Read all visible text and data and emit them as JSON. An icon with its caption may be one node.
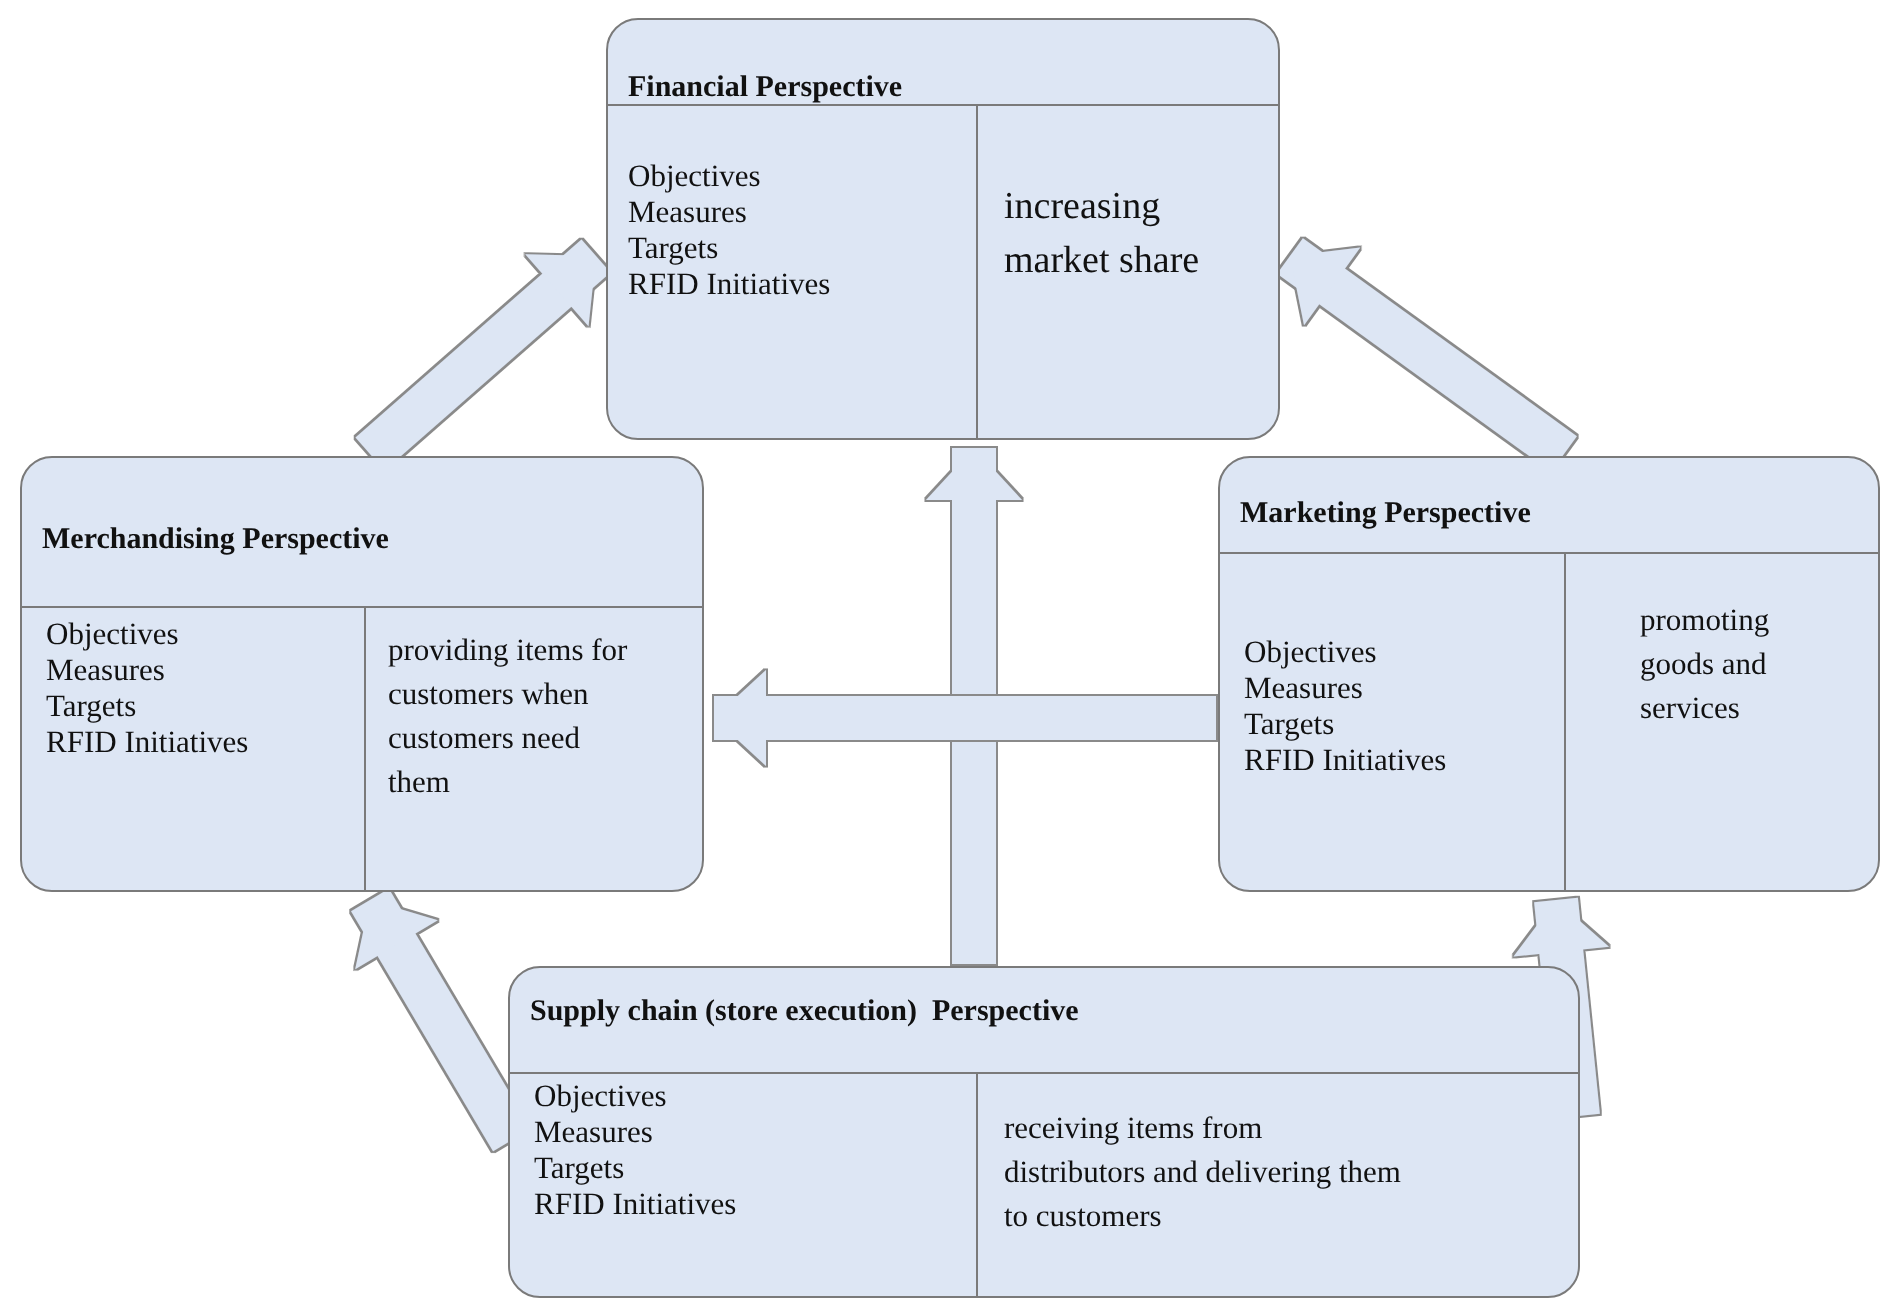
{
  "diagram": {
    "nodes": [
      {
        "text": [
          "Financial Perspective",
          "Objectives",
          "Measures",
          "Targets",
          "RFID Initiatives",
          "increasing market share"
        ]
      },
      {
        "text": [
          "Merchandising Perspective",
          "Objectives",
          "Measures",
          "Targets",
          "RFID Initiatives",
          "providing items for customers when customers need them"
        ]
      },
      {
        "text": [
          "Marketing Perspective",
          "Objectives",
          "Measures",
          "Targets",
          "RFID Initiatives",
          "promoting goods and services"
        ]
      },
      {
        "text": [
          "Supply chain (store execution)  Perspective",
          "Objectives",
          "Measures",
          "Targets",
          "RFID Initiatives",
          "receiving items from distributors and delivering them to customers"
        ]
      }
    ],
    "edges": [
      {
        "from": 1,
        "to": 0,
        "arrow": "to"
      },
      {
        "from": 2,
        "to": 0,
        "arrow": "to"
      },
      {
        "from": 3,
        "to": 0,
        "arrow": "to"
      },
      {
        "from": 2,
        "to": 1,
        "arrow": "to"
      },
      {
        "from": 3,
        "to": 1,
        "arrow": "to"
      },
      {
        "from": 3,
        "to": 2,
        "arrow": "to"
      }
    ]
  }
}
